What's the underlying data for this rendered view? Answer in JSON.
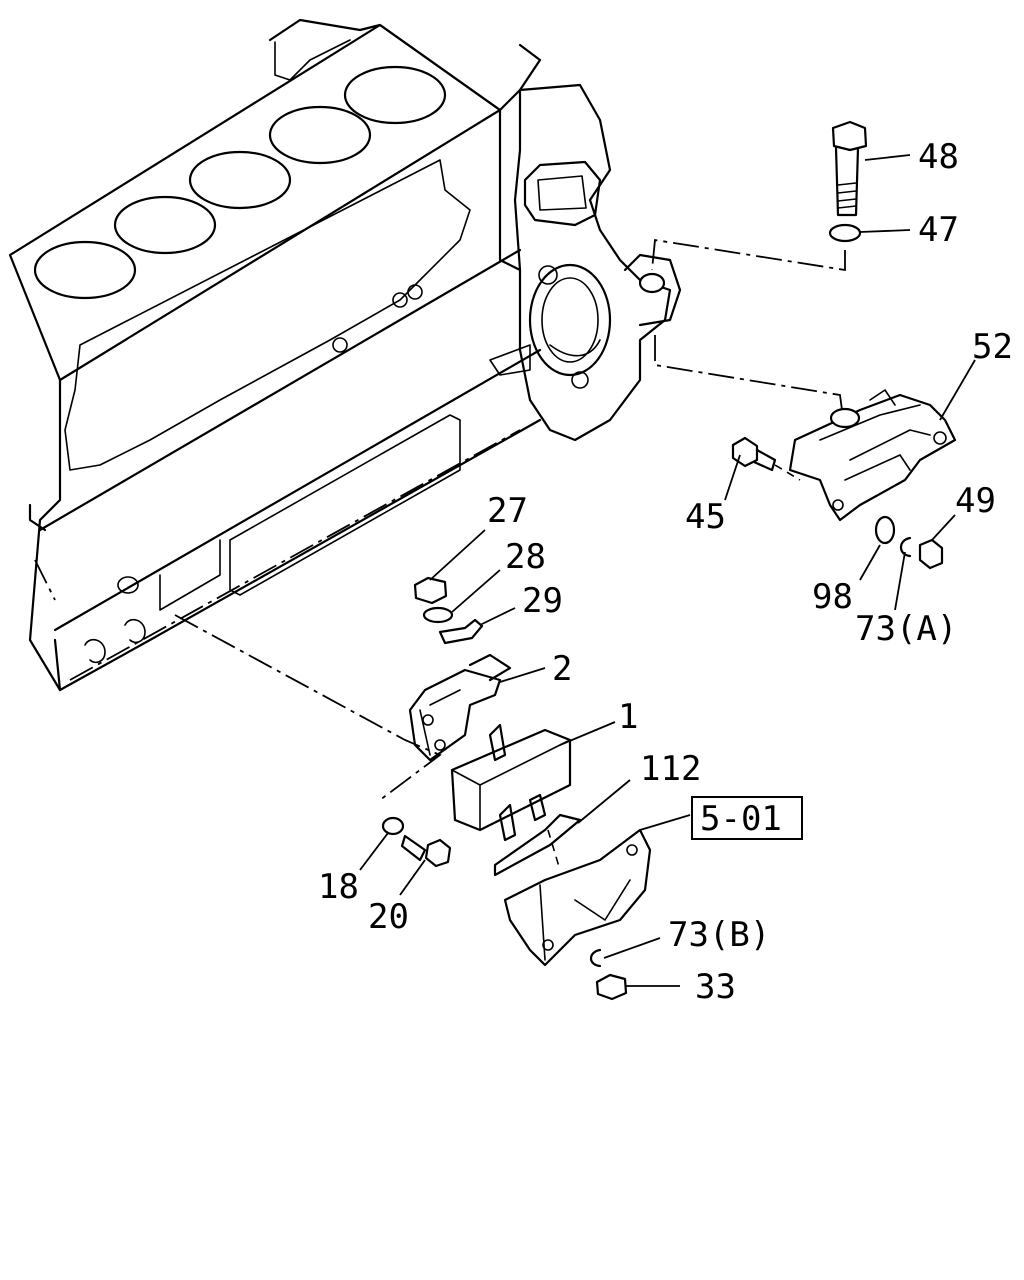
{
  "callouts": {
    "c48": "48",
    "c47": "47",
    "c52": "52",
    "c45": "45",
    "c49": "49",
    "c98": "98",
    "c73a": "73(A)",
    "c27": "27",
    "c28": "28",
    "c29": "29",
    "c2": "2",
    "c1": "1",
    "c112": "112",
    "c18": "18",
    "c20": "20",
    "c73b": "73(B)",
    "c33": "33",
    "ref": "5-01"
  },
  "colors": {
    "line": "#000000",
    "background": "#ffffff"
  }
}
